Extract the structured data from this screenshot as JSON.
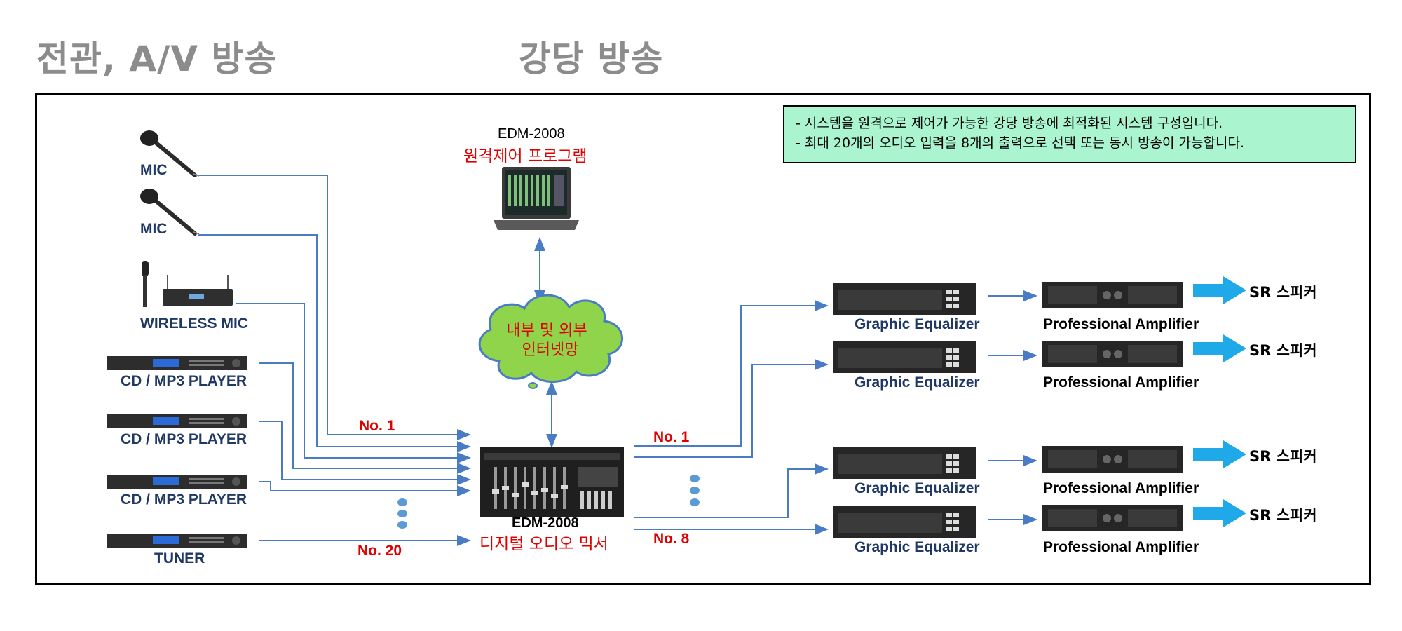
{
  "headings": {
    "left": "전관, A/V 방송",
    "right": "강당 방송"
  },
  "note": {
    "line1": "- 시스템을 원격으로 제어가 가능한 강당 방송에 최적화된 시스템 구성입니다.",
    "line2": "- 최대 20개의 오디오 입력을 8개의 출력으로 선택 또는 동시 방송이 가능합니다."
  },
  "remote": {
    "model": "EDM-2008",
    "label": "원격제어 프로그램"
  },
  "cloud": {
    "line1": "내부 및 외부",
    "line2": "인터넷망"
  },
  "mixer": {
    "model": "EDM-2008",
    "label": "디지털 오디오 믹서"
  },
  "inputs": {
    "mic1": "MIC",
    "mic2": "MIC",
    "wireless": "WIRELESS MIC",
    "cd1": "CD / MP3 PLAYER",
    "cd2": "CD / MP3 PLAYER",
    "cd3": "CD / MP3 PLAYER",
    "tuner": "TUNER"
  },
  "channel_labels": {
    "in_first": "No. 1",
    "in_last": "No. 20",
    "out_first": "No. 1",
    "out_last": "No. 8"
  },
  "outputs": [
    {
      "eq": "Graphic Equalizer",
      "amp": "Professional Amplifier",
      "speaker": "SR 스피커"
    },
    {
      "eq": "Graphic Equalizer",
      "amp": "Professional Amplifier",
      "speaker": "SR 스피커"
    },
    {
      "eq": "Graphic Equalizer",
      "amp": "Professional Amplifier",
      "speaker": "SR 스피커"
    },
    {
      "eq": "Graphic Equalizer",
      "amp": "Professional Amplifier",
      "speaker": "SR 스피커"
    }
  ],
  "colors": {
    "wire": "#4a7cc4",
    "arrow": "#1fa9e8",
    "heading": "#8c8c8c",
    "label_navy": "#1f3864",
    "red": "#e00000",
    "note_bg": "#aaf5cf",
    "cloud": "#8fd44a"
  }
}
